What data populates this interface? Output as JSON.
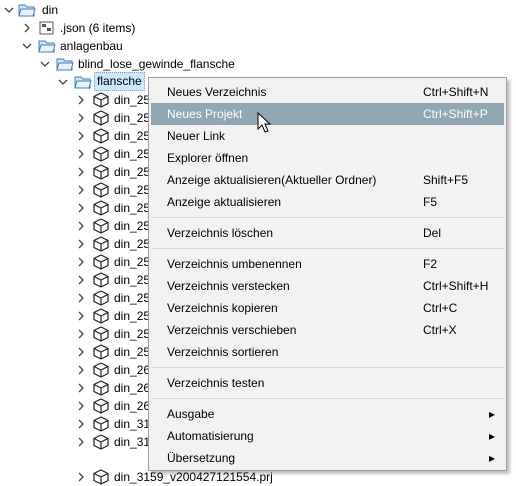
{
  "tree": {
    "root": "din",
    "json_group": ".json (6 items)",
    "anlagenbau": "anlagenbau",
    "blind": "blind_lose_gewinde_flansche",
    "flansche": "flansche",
    "items": [
      "din_25",
      "din_25",
      "din_25",
      "din_25",
      "din_25",
      "din_25",
      "din_25",
      "din_25",
      "din_25",
      "din_25",
      "din_25",
      "din_25",
      "din_25",
      "din_25",
      "din_25",
      "din_26",
      "din_26",
      "din_26",
      "din_31",
      "din_3159_v200427121554.prj"
    ]
  },
  "menu": {
    "items": [
      {
        "label": "Neues Verzeichnis",
        "shortcut": "Ctrl+Shift+N"
      },
      {
        "label": "Neues Projekt",
        "shortcut": "Ctrl+Shift+P"
      },
      {
        "label": "Neuer Link",
        "shortcut": ""
      },
      {
        "label": "Explorer öffnen",
        "shortcut": ""
      },
      {
        "label": "Anzeige aktualisieren(Aktueller Ordner)",
        "shortcut": "Shift+F5"
      },
      {
        "label": "Anzeige aktualisieren",
        "shortcut": "F5"
      },
      {
        "label": "Verzeichnis löschen",
        "shortcut": "Del"
      },
      {
        "label": "Verzeichnis umbenennen",
        "shortcut": "F2"
      },
      {
        "label": "Verzeichnis verstecken",
        "shortcut": "Ctrl+Shift+H"
      },
      {
        "label": "Verzeichnis kopieren",
        "shortcut": "Ctrl+C"
      },
      {
        "label": "Verzeichnis verschieben",
        "shortcut": "Ctrl+X"
      },
      {
        "label": "Verzeichnis sortieren",
        "shortcut": ""
      },
      {
        "label": "Verzeichnis testen",
        "shortcut": ""
      },
      {
        "label": "Ausgabe",
        "shortcut": ""
      },
      {
        "label": "Automatisierung",
        "shortcut": ""
      },
      {
        "label": "Übersetzung",
        "shortcut": ""
      }
    ],
    "highlighted_index": 1,
    "highlight_color": "#91a7b4"
  }
}
